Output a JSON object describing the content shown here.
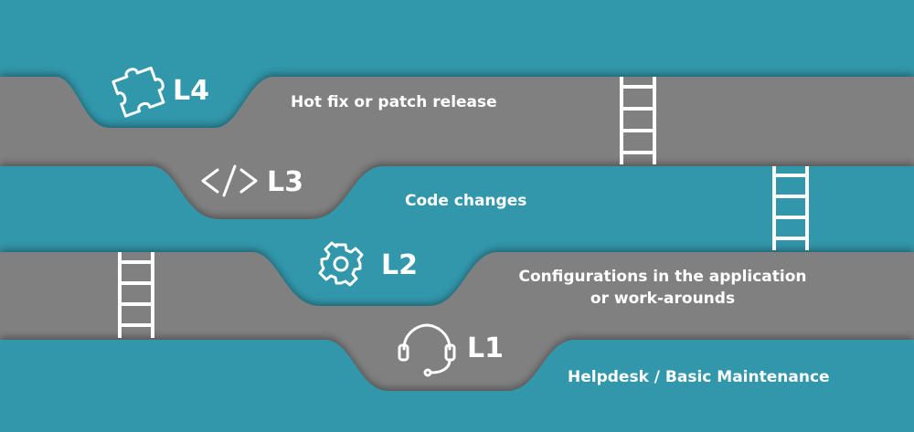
{
  "colors": {
    "background": "#3197ab",
    "band_gray": "#808080",
    "band_teal": "#3197ab",
    "text": "#ffffff"
  },
  "levels": [
    {
      "id": "L4",
      "label": "L4",
      "icon": "puzzle-icon",
      "description": "Hot fix or patch release"
    },
    {
      "id": "L3",
      "label": "L3",
      "icon": "code-icon",
      "description": "Code changes"
    },
    {
      "id": "L2",
      "label": "L2",
      "icon": "gear-icon",
      "description": "Configurations in the application or work-arounds",
      "description_lines": [
        "Configurations in the application",
        "or work-arounds"
      ]
    },
    {
      "id": "L1",
      "label": "L1",
      "icon": "headset-icon",
      "description": "Helpdesk / Basic Maintenance"
    }
  ]
}
